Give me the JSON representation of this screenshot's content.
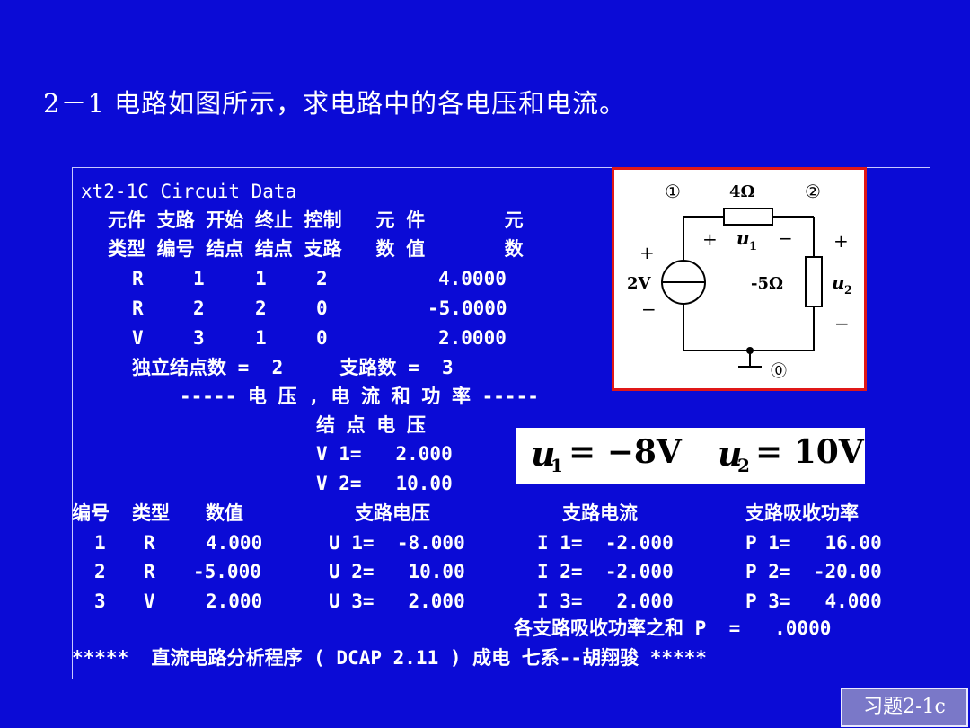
{
  "title": "2－1 电路如图所示，求电路中的各电压和电流。",
  "panel": {
    "header": "xt2-1C Circuit Data",
    "col_head_1": "元件 支路 开始 终止 控制   元 件       元",
    "col_head_2": "类型 编号 结点 结点 支路   数 值       数",
    "elements": [
      {
        "type": "R",
        "no": "1",
        "start": "1",
        "end": "2",
        "value": "4.0000"
      },
      {
        "type": "R",
        "no": "2",
        "start": "2",
        "end": "0",
        "value": "-5.0000"
      },
      {
        "type": "V",
        "no": "3",
        "start": "1",
        "end": "0",
        "value": "2.0000"
      }
    ],
    "count_line": "独立结点数 =  2     支路数 =  3",
    "section_title": "----- 电 压 , 电 流 和 功 率 -----",
    "node_header": "结 点 电 压",
    "node_voltages": [
      "V 1=   2.000",
      "V 2=   10.00"
    ],
    "results_header": {
      "no": "编号",
      "type": "类型",
      "value": "数值",
      "voltage": "支路电压",
      "current": "支路电流",
      "power": "支路吸收功率"
    },
    "results": [
      {
        "no": "1",
        "type": "R",
        "value": "4.000",
        "u": "U 1=  -8.000",
        "i": "I 1=  -2.000",
        "p": "P 1=   16.00"
      },
      {
        "no": "2",
        "type": "R",
        "value": "-5.000",
        "u": "U 2=   10.00",
        "i": "I 2=  -2.000",
        "p": "P 2=  -20.00"
      },
      {
        "no": "3",
        "type": "V",
        "value": "2.000",
        "u": "U 3=   2.000",
        "i": "I 3=   2.000",
        "p": "P 3=   4.000"
      }
    ],
    "total_power": "各支路吸收功率之和 P  =   .0000",
    "footer": "*****  直流电路分析程序 ( DCAP 2.11 ) 成电 七系--胡翔骏 *****"
  },
  "circuit": {
    "node_1": "①",
    "node_2": "②",
    "node_0": "⓪",
    "r1_label": "4Ω",
    "r2_label": "-5Ω",
    "source_label": "2V",
    "u1_label": "u",
    "u1_sub": "1",
    "u2_label": "u",
    "u2_sub": "2",
    "plus": "+",
    "minus": "−"
  },
  "formula": {
    "u1": "u",
    "u1_sub": "1",
    "u1_value": "= −8V",
    "u2": "u",
    "u2_sub": "2",
    "u2_value": "= 10V"
  },
  "tag": "习题2-1c"
}
